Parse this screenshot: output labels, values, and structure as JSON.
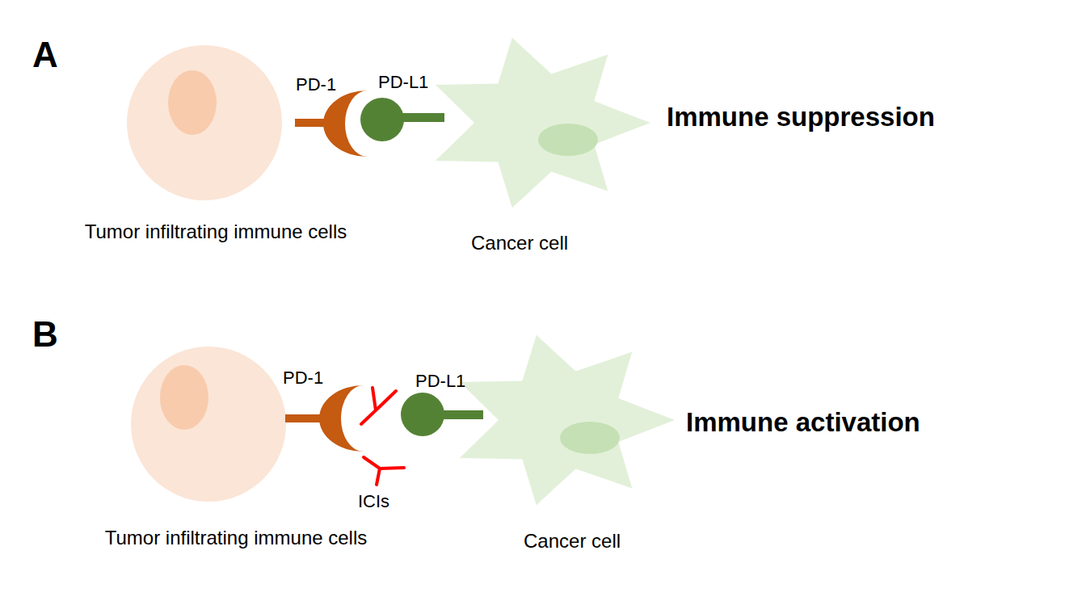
{
  "diagram": {
    "labels": [
      "A",
      "PD-1",
      "PD-L1",
      "Immune suppression",
      "Tumor infiltrating immune cells",
      "Cancer cell",
      "B",
      "PD-1",
      "PD-L1",
      "Immune activation",
      "ICIs",
      "Tumor infiltrating immune cells",
      "Cancer cell"
    ]
  }
}
